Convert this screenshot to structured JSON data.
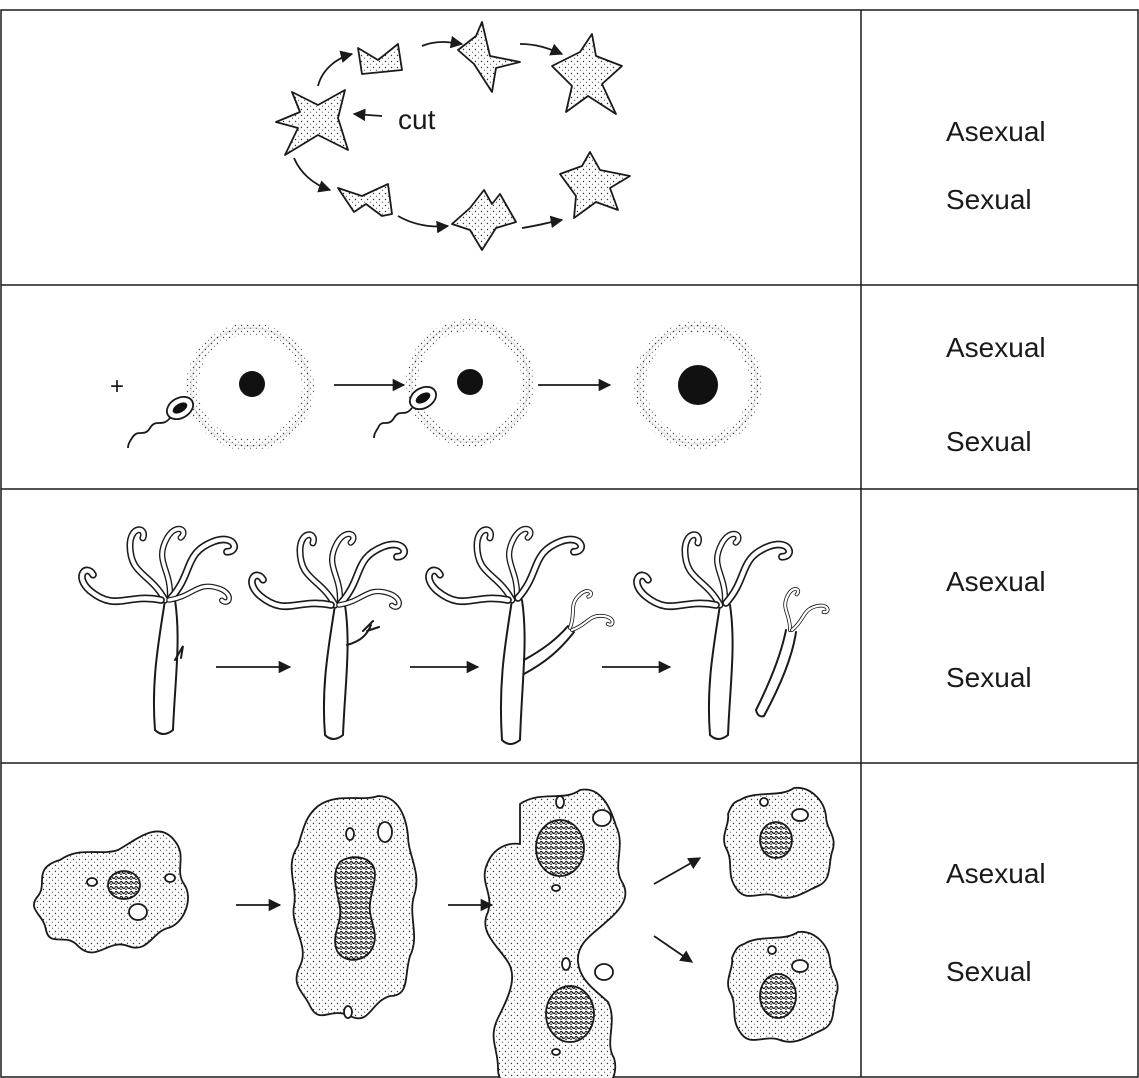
{
  "rows": [
    {
      "name": "regeneration-row",
      "options": [
        "Asexual",
        "Sexual"
      ],
      "annotation": "cut"
    },
    {
      "name": "fertilisation-row",
      "options": [
        "Asexual",
        "Sexual"
      ],
      "annotation": "+"
    },
    {
      "name": "budding-row",
      "options": [
        "Asexual",
        "Sexual"
      ]
    },
    {
      "name": "binary-fission-row",
      "options": [
        "Asexual",
        "Sexual"
      ]
    }
  ],
  "colors": {
    "line": "#1a1a1a",
    "background": "#ffffff"
  }
}
